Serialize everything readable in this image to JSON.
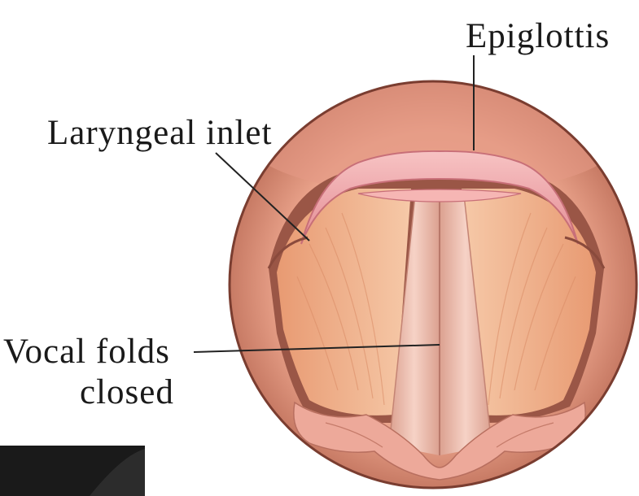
{
  "diagram": {
    "labels": {
      "epiglottis": "Epiglottis",
      "laryngeal_inlet": "Laryngeal inlet",
      "vocal_folds_line1": "Vocal folds",
      "vocal_folds_line2": "closed"
    },
    "colors": {
      "outer_tissue": "#e9a28a",
      "rim_dark": "#8a4a3c",
      "epiglottis_pink": "#f1aeb0",
      "muscle_wall": "#f0b48e",
      "vocal_fold": "#f2c1b3",
      "leader_line": "#222222",
      "dark_corner": "#1a1a1a"
    }
  }
}
